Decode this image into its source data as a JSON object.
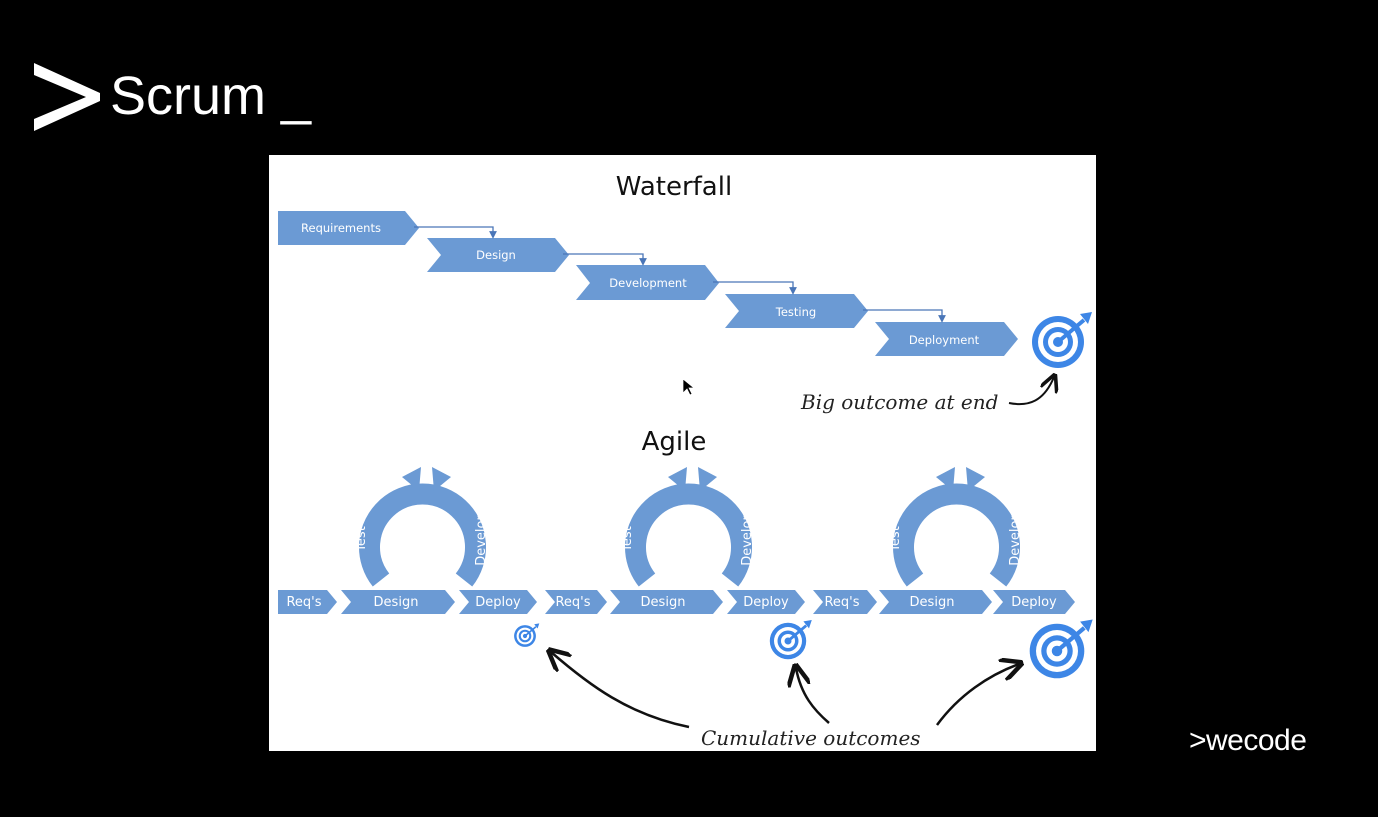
{
  "header": {
    "title": "Scrum _",
    "brand": ">wecode"
  },
  "icons": {
    "header_chevron": "chevron-right-icon",
    "target": "target-icon",
    "cursor": "cursor-icon"
  },
  "colors": {
    "box_fill": "#6b9ad4",
    "arrow": "#4a76b8",
    "target": "#3d86e6"
  },
  "waterfall": {
    "heading": "Waterfall",
    "steps": [
      "Requirements",
      "Design",
      "Development",
      "Testing",
      "Deployment"
    ],
    "annotation": "Big outcome at end"
  },
  "agile": {
    "heading": "Agile",
    "cycles": [
      {
        "reqs": "Req's",
        "design": "Design",
        "deploy": "Deploy",
        "test": "Test",
        "develop": "Develop"
      },
      {
        "reqs": "Req's",
        "design": "Design",
        "deploy": "Deploy",
        "test": "Test",
        "develop": "Develop"
      },
      {
        "reqs": "Req's",
        "design": "Design",
        "deploy": "Deploy",
        "test": "Test",
        "develop": "Develop"
      }
    ],
    "annotation": "Cumulative outcomes"
  }
}
